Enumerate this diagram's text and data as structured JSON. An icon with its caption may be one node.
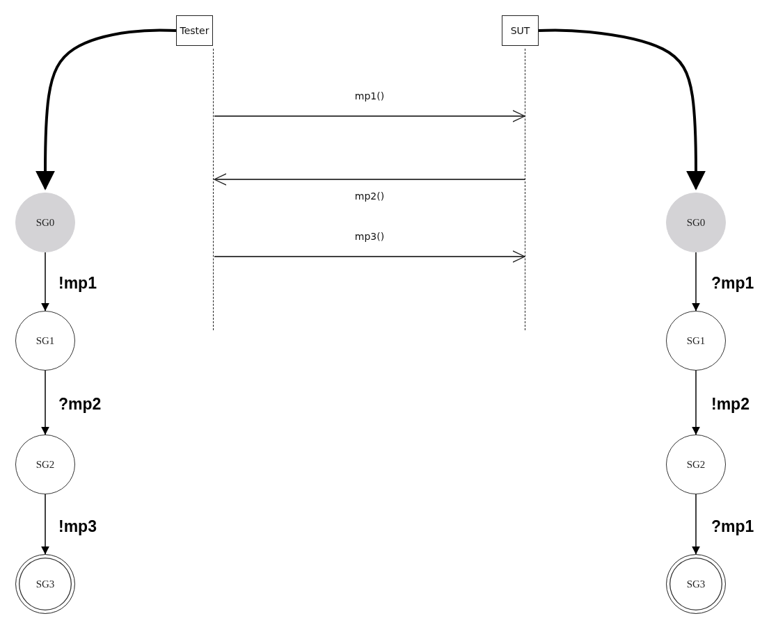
{
  "diagram": {
    "nodes": [
      {
        "text": [
          "Tester"
        ]
      },
      {
        "text": [
          "SUT"
        ]
      },
      {
        "text": [],
        "shape": "bar"
      },
      {
        "text": [],
        "shape": "bar"
      },
      {
        "text": [
          "SG0"
        ]
      },
      {
        "text": [
          "SG1"
        ]
      },
      {
        "text": [
          "SG2"
        ]
      },
      {
        "text": [
          "SG3"
        ]
      },
      {
        "text": [
          "SG0"
        ]
      },
      {
        "text": [
          "SG1"
        ]
      },
      {
        "text": [
          "SG2"
        ]
      },
      {
        "text": [
          "SG3"
        ]
      }
    ],
    "edges": [
      {
        "from": 2,
        "to": 3,
        "arrow": "to",
        "label": "mp1()"
      },
      {
        "from": 3,
        "to": 2,
        "arrow": "to",
        "label": "mp2()"
      },
      {
        "from": 2,
        "to": 3,
        "arrow": "to",
        "label": "mp3()"
      },
      {
        "from": 0,
        "to": 4,
        "arrow": "to",
        "style": "thick"
      },
      {
        "from": 1,
        "to": 8,
        "arrow": "to",
        "style": "thick"
      },
      {
        "from": 4,
        "to": 5,
        "arrow": "to",
        "label": "!mp1"
      },
      {
        "from": 5,
        "to": 6,
        "arrow": "to",
        "label": "?mp2"
      },
      {
        "from": 6,
        "to": 7,
        "arrow": "to",
        "label": "!mp3"
      },
      {
        "from": 8,
        "to": 9,
        "arrow": "to",
        "label": "?mp1"
      },
      {
        "from": 9,
        "to": 10,
        "arrow": "to",
        "label": "!mp2"
      },
      {
        "from": 10,
        "to": 11,
        "arrow": "to",
        "label": "?mp1"
      }
    ]
  }
}
